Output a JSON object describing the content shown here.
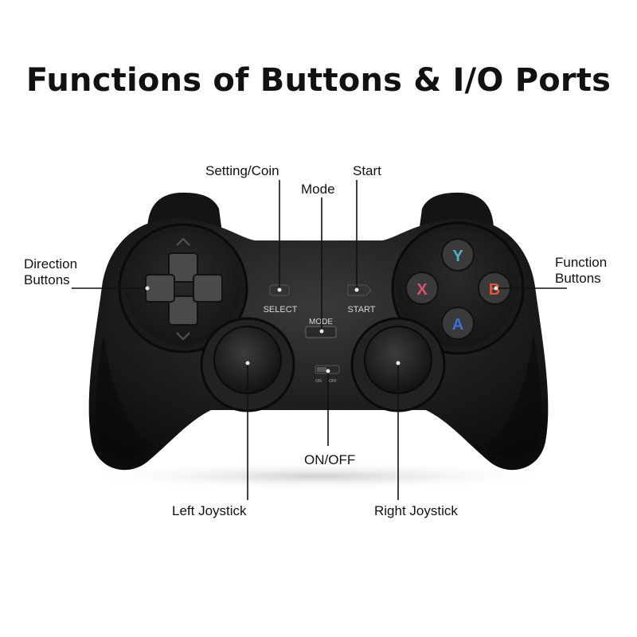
{
  "title": "Functions of Buttons & I/O Ports",
  "labels": {
    "setting_coin": "Setting/Coin",
    "start": "Start",
    "mode": "Mode",
    "direction_line1": "Direction",
    "direction_line2": "Buttons",
    "function_line1": "Function",
    "function_line2": "Buttons",
    "on_off": "ON/OFF",
    "left_joystick": "Left Joystick",
    "right_joystick": "Right Joystick"
  },
  "controller": {
    "select_text": "SELECT",
    "start_text": "START",
    "mode_text": "MODE",
    "switch_on_text": "ON",
    "switch_off_text": "OFF",
    "face_buttons": {
      "y": "Y",
      "x": "X",
      "b": "B",
      "a": "A"
    },
    "face_colors": {
      "y": "#4fb3c9",
      "x": "#d8536a",
      "b": "#e2553a",
      "a": "#3b72d6"
    }
  }
}
